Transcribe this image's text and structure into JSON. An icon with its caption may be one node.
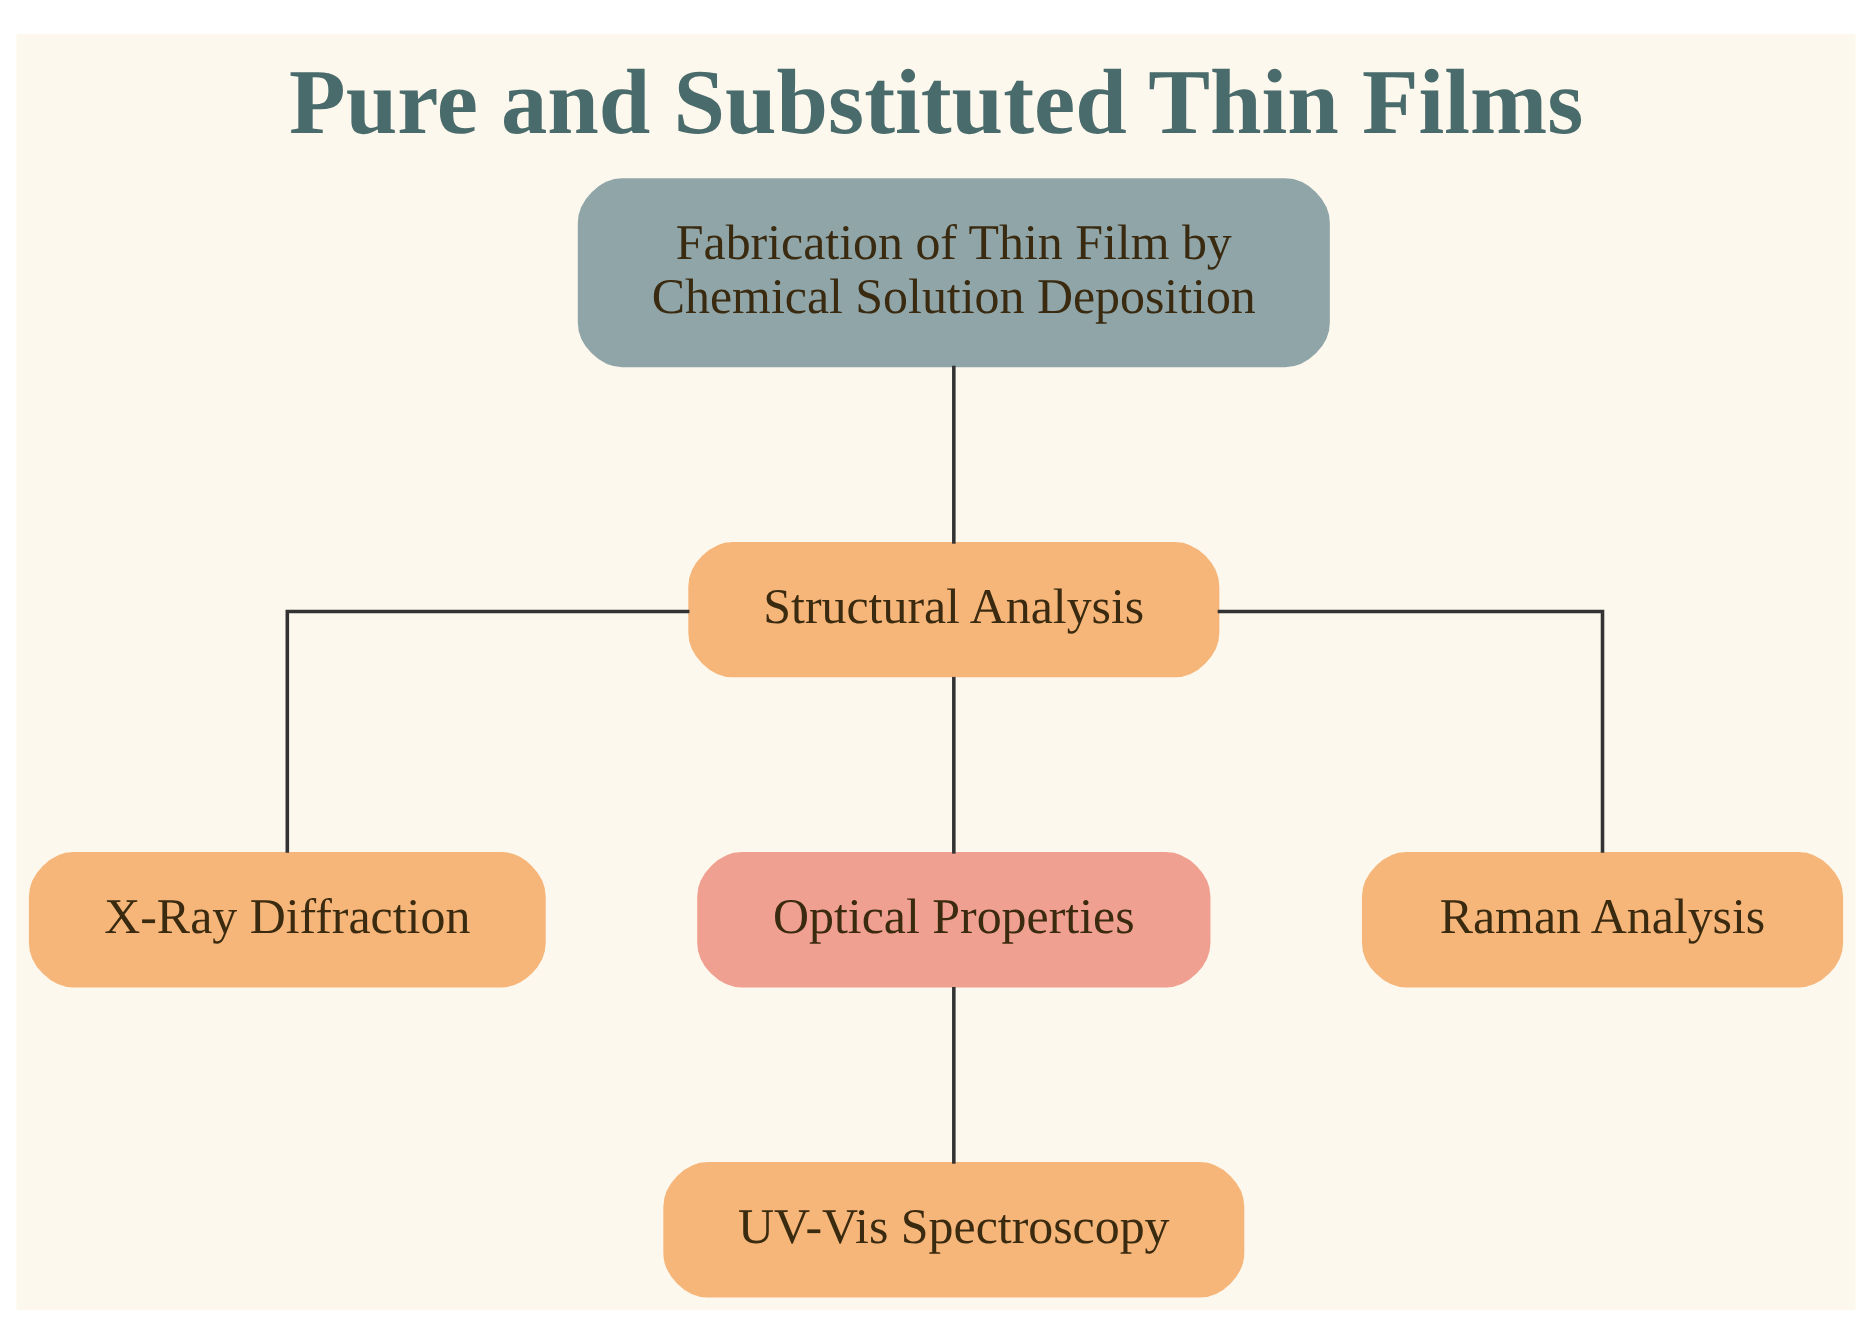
{
  "diagram": {
    "title": "Pure and Substituted Thin Films",
    "nodes": [
      {
        "text": [
          "Fabrication of Thin Film by Chemical Solution Deposition"
        ]
      },
      {
        "text": [
          "Structural Analysis"
        ]
      },
      {
        "text": [
          "X-Ray Diffraction"
        ]
      },
      {
        "text": [
          "Optical Properties"
        ]
      },
      {
        "text": [
          "Raman Analysis"
        ]
      },
      {
        "text": [
          "UV-Vis Spectroscopy"
        ]
      }
    ],
    "edges": [
      {
        "from": 0,
        "to": 1,
        "arrow": "none"
      },
      {
        "from": 1,
        "to": 2,
        "arrow": "none"
      },
      {
        "from": 1,
        "to": 3,
        "arrow": "none"
      },
      {
        "from": 1,
        "to": 4,
        "arrow": "none"
      },
      {
        "from": 3,
        "to": 5,
        "arrow": "none"
      }
    ]
  }
}
